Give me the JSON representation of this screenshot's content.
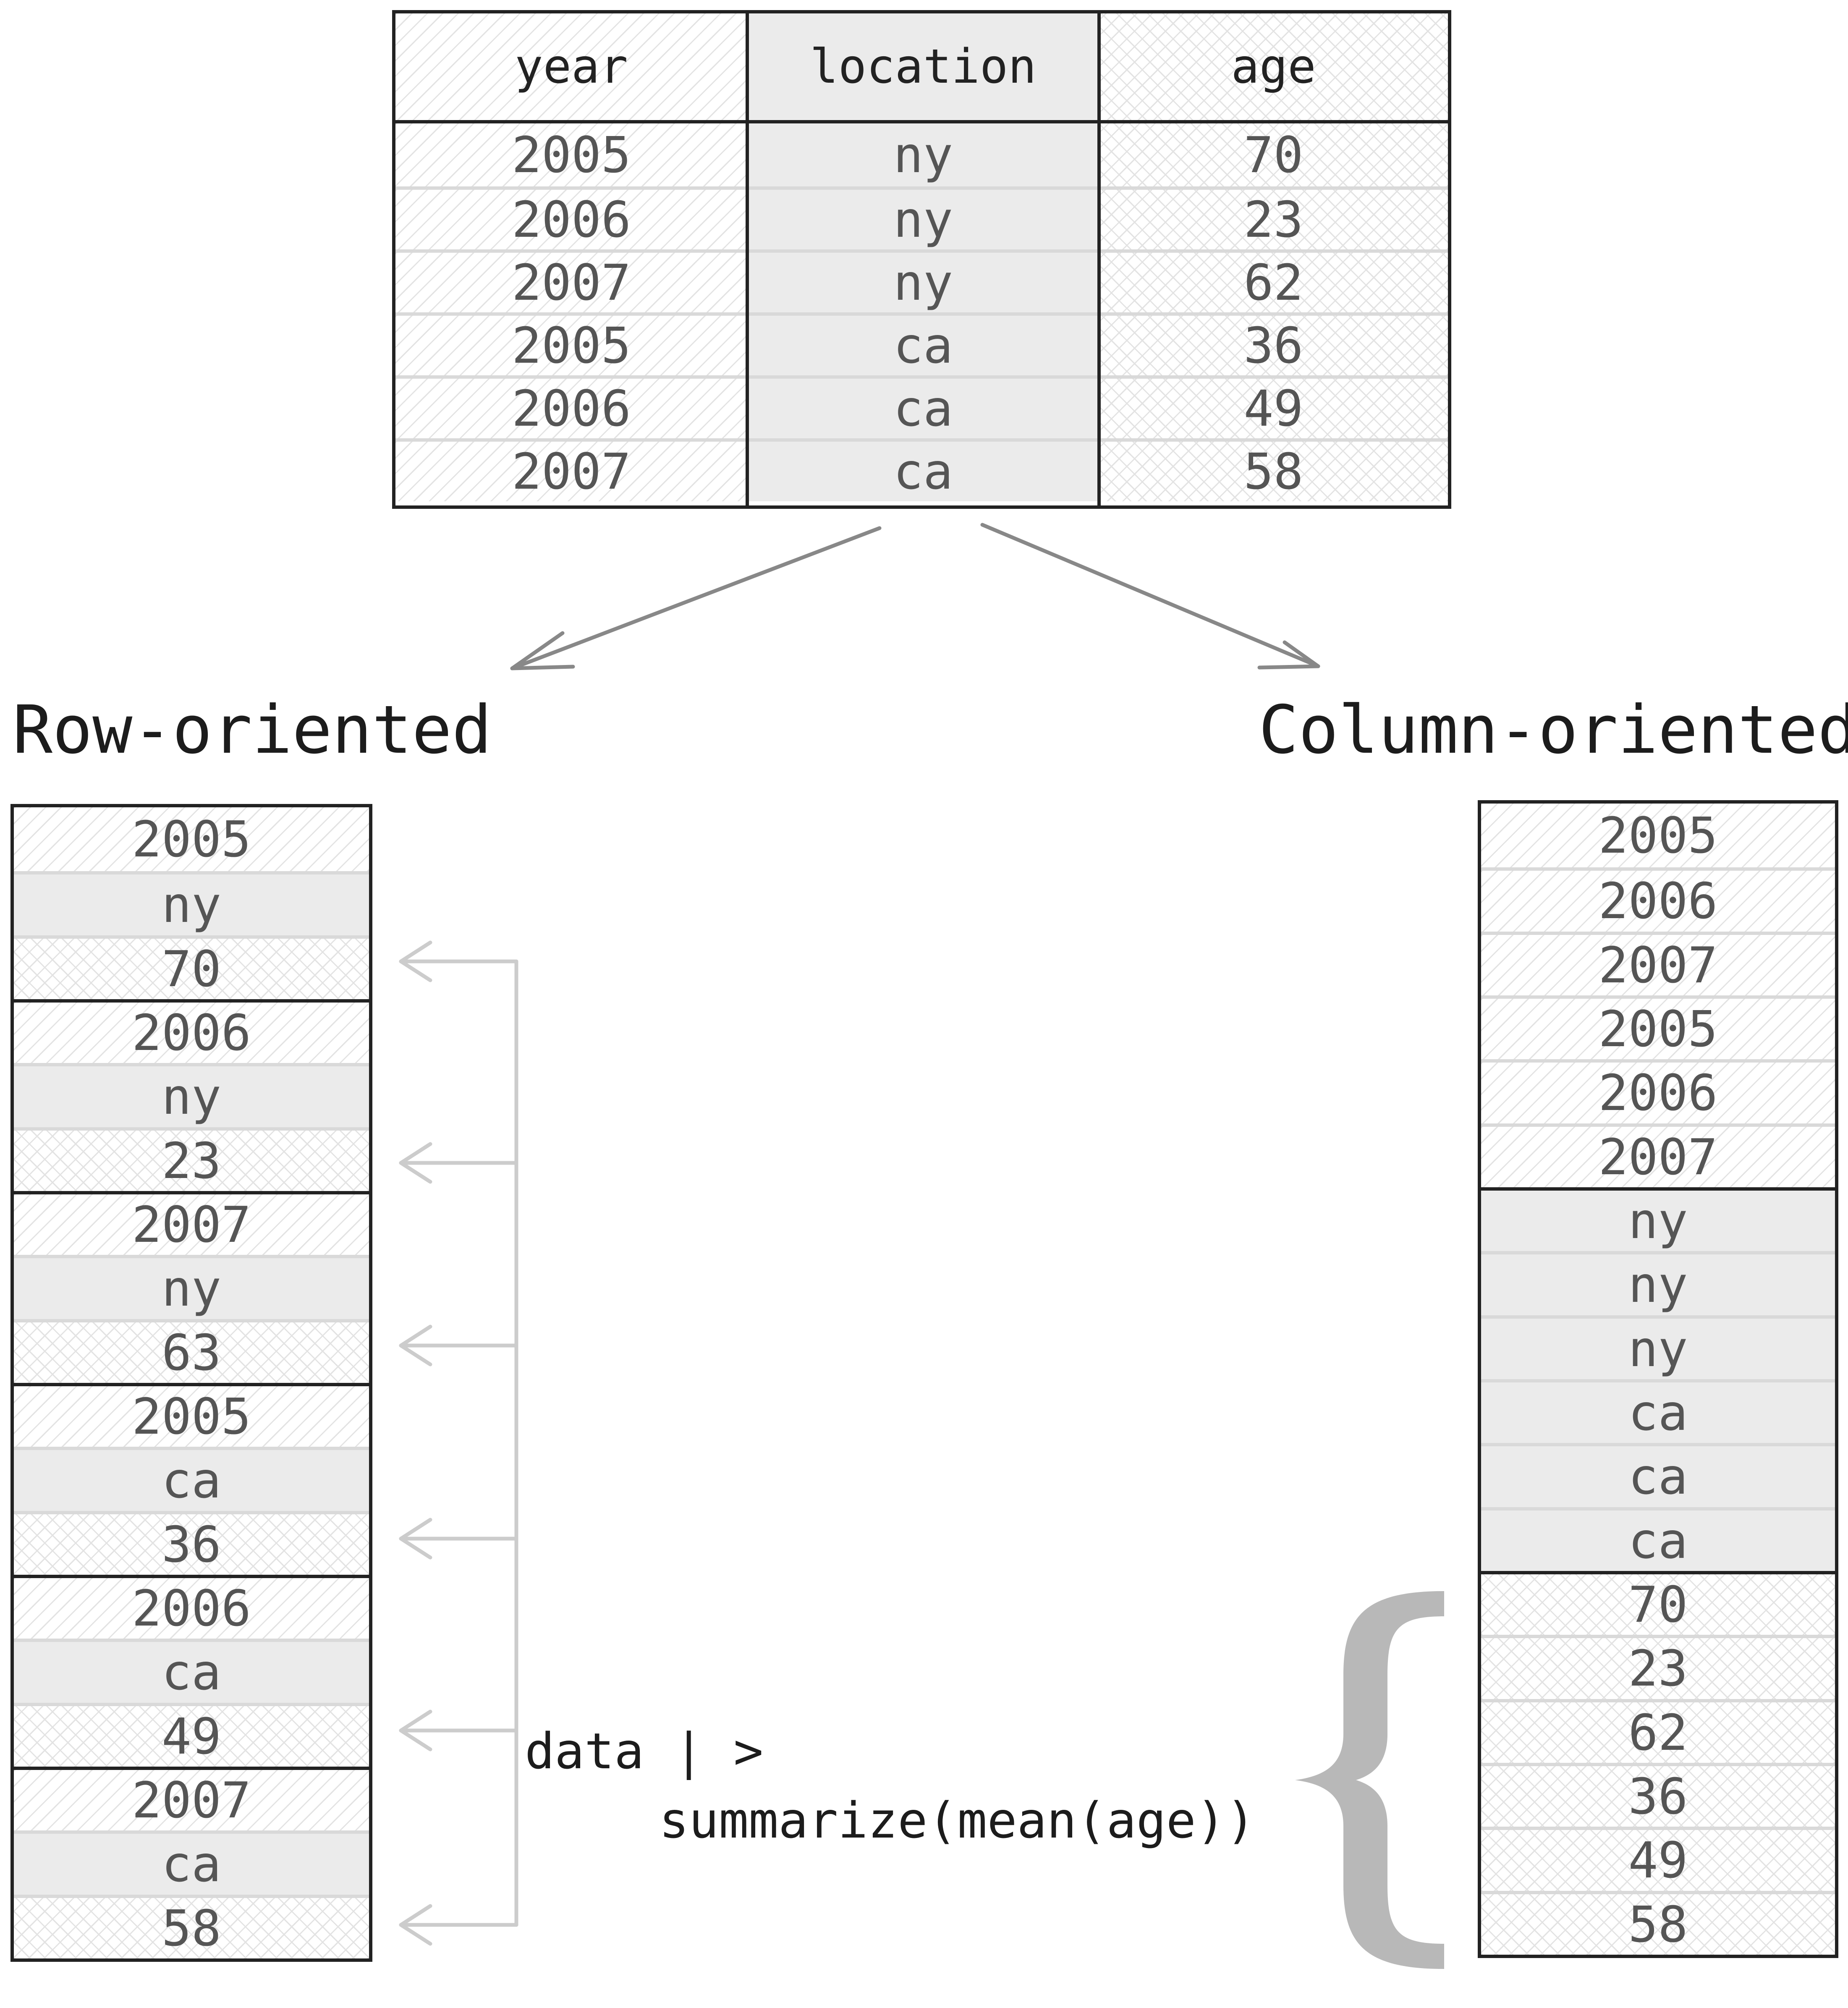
{
  "table": {
    "headers": [
      "year",
      "location",
      "age"
    ],
    "rows": [
      [
        "2005",
        "ny",
        "70"
      ],
      [
        "2006",
        "ny",
        "23"
      ],
      [
        "2007",
        "ny",
        "62"
      ],
      [
        "2005",
        "ca",
        "36"
      ],
      [
        "2006",
        "ca",
        "49"
      ],
      [
        "2007",
        "ca",
        "58"
      ]
    ]
  },
  "row_oriented": {
    "title": "Row-oriented",
    "records": [
      [
        "2005",
        "ny",
        "70"
      ],
      [
        "2006",
        "ny",
        "23"
      ],
      [
        "2007",
        "ny",
        "63"
      ],
      [
        "2005",
        "ca",
        "36"
      ],
      [
        "2006",
        "ca",
        "49"
      ],
      [
        "2007",
        "ca",
        "58"
      ]
    ]
  },
  "column_oriented": {
    "title": "Column-oriented",
    "columns": [
      [
        "2005",
        "2006",
        "2007",
        "2005",
        "2006",
        "2007"
      ],
      [
        "ny",
        "ny",
        "ny",
        "ca",
        "ca",
        "ca"
      ],
      [
        "70",
        "23",
        "62",
        "36",
        "49",
        "58"
      ]
    ]
  },
  "code": {
    "line1": "data | >",
    "line2": "summarize(mean(age))"
  },
  "colors": {
    "border": "#222222",
    "text": "#555555",
    "solid_fill": "#ebebeb",
    "arrow": "#888888",
    "light_arrow": "#cccccc",
    "brace": "#b8b8b8"
  }
}
